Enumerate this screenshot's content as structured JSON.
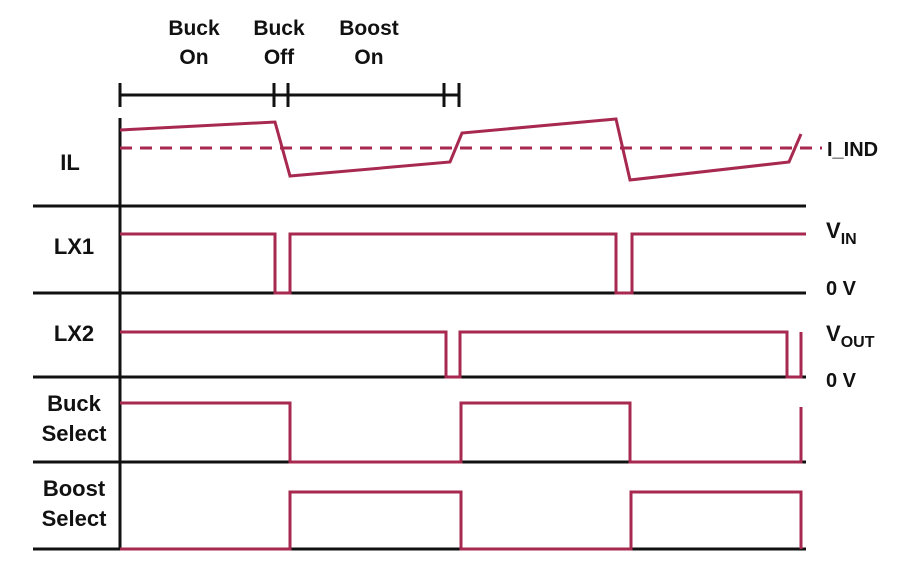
{
  "phase_labels": {
    "buck_on": [
      "Buck",
      "On"
    ],
    "buck_off": [
      "Buck",
      "Off"
    ],
    "boost_on": [
      "Boost",
      "On"
    ]
  },
  "signals": {
    "il": "IL",
    "lx1": "LX1",
    "lx2": "LX2",
    "buck_select": [
      "Buck",
      "Select"
    ],
    "boost_select": [
      "Boost",
      "Select"
    ]
  },
  "right_labels": {
    "i_ind": "I_IND",
    "vin": {
      "main": "V",
      "sub": "IN"
    },
    "zero_v_1": "0 V",
    "vout": {
      "main": "V",
      "sub": "OUT"
    },
    "zero_v_2": "0 V"
  },
  "colors": {
    "waveform": "#a8294f",
    "axis": "#111111"
  }
}
